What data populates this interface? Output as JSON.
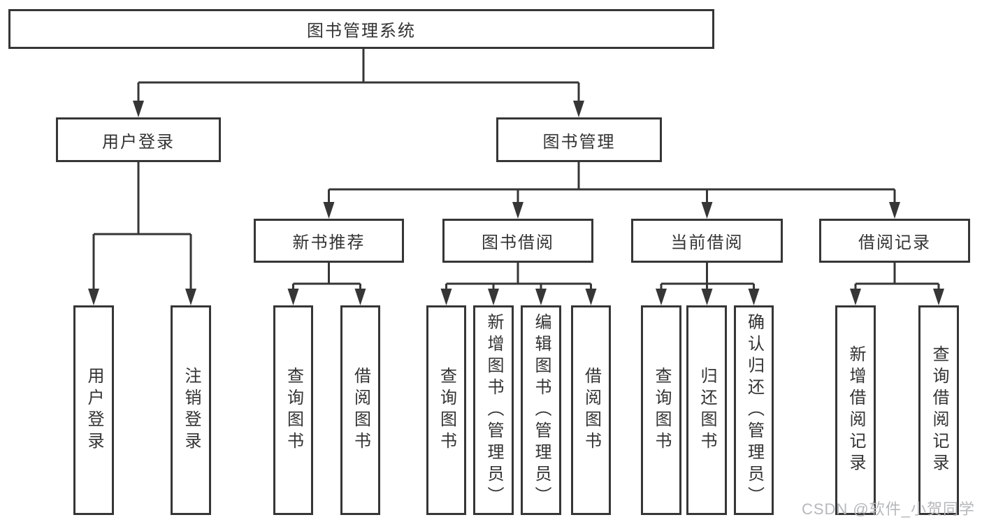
{
  "diagram_type": "hierarchy-tree",
  "tree": {
    "label": "图书管理系统",
    "children": [
      {
        "label": "用户登录",
        "children": [
          {
            "label": "用户登录"
          },
          {
            "label": "注销登录"
          }
        ]
      },
      {
        "label": "图书管理",
        "children": [
          {
            "label": "新书推荐",
            "children": [
              {
                "label": "查询图书"
              },
              {
                "label": "借阅图书"
              }
            ]
          },
          {
            "label": "图书借阅",
            "children": [
              {
                "label": "查询图书"
              },
              {
                "label": "新增图书（管理员）"
              },
              {
                "label": "编辑图书（管理员）"
              },
              {
                "label": "借阅图书"
              }
            ]
          },
          {
            "label": "当前借阅",
            "children": [
              {
                "label": "查询图书"
              },
              {
                "label": "归还图书"
              },
              {
                "label": "确认归还（管理员）"
              }
            ]
          },
          {
            "label": "借阅记录",
            "children": [
              {
                "label": "新增借阅记录"
              },
              {
                "label": "查询借阅记录"
              }
            ]
          }
        ]
      }
    ]
  },
  "watermark": {
    "text": "CSDN @软件_小贺同学"
  },
  "colors": {
    "line": "#363636",
    "text": "#333333",
    "watermark": "#b5b8bb",
    "background": "#ffffff"
  }
}
